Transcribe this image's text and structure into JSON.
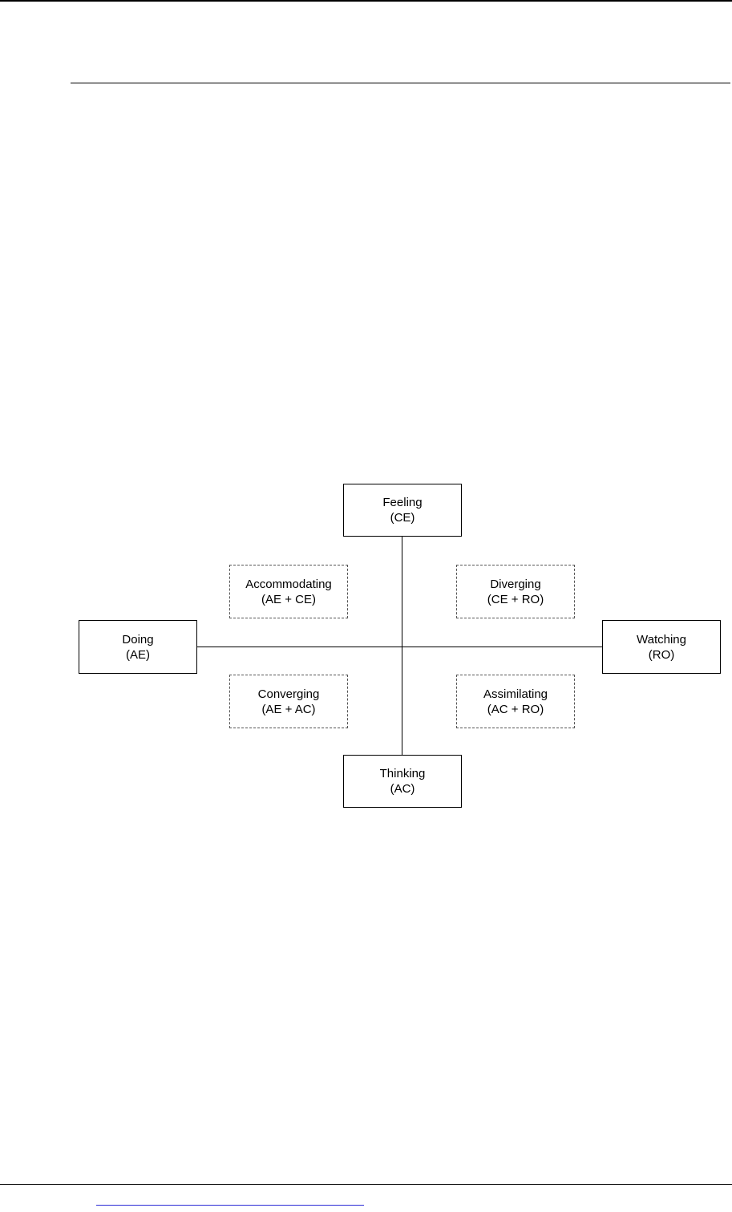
{
  "diagram": {
    "poles": {
      "top": {
        "name": "Feeling",
        "code": "(CE)"
      },
      "left": {
        "name": "Doing",
        "code": "(AE)"
      },
      "right": {
        "name": "Watching",
        "code": "(RO)"
      },
      "bottom": {
        "name": "Thinking",
        "code": "(AC)"
      }
    },
    "quadrants": {
      "top_left": {
        "name": "Accommodating",
        "combo": "(AE + CE)"
      },
      "top_right": {
        "name": "Diverging",
        "combo": "(CE + RO)"
      },
      "bottom_left": {
        "name": "Converging",
        "combo": "(AE + AC)"
      },
      "bottom_right": {
        "name": "Assimilating",
        "combo": "(AC + RO)"
      }
    }
  },
  "colors": {
    "line": "#000000",
    "dashed_border": "#555555",
    "footer_link": "#2a2ad6"
  }
}
